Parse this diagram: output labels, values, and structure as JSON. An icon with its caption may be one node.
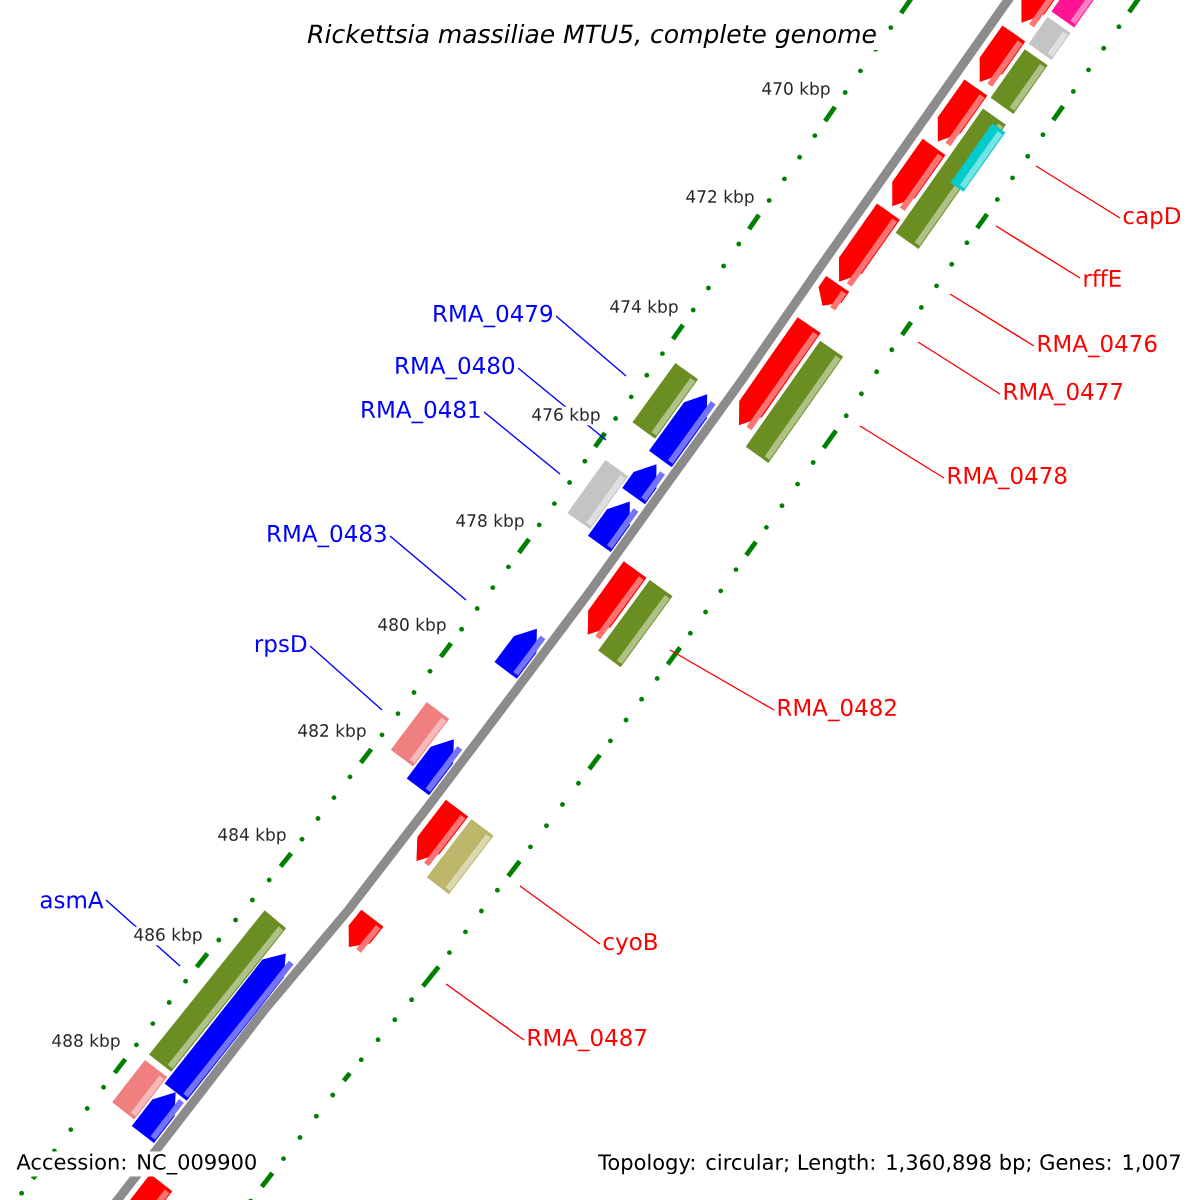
{
  "diagram": {
    "title": "Rickettsia massiliae MTU5, complete genome",
    "nodes": [
      {
        "text": [
          "capD"
        ]
      },
      {
        "text": [
          "rffE"
        ]
      },
      {
        "text": [
          "RMA_0479"
        ]
      },
      {
        "text": [
          "RMA_0476"
        ]
      },
      {
        "text": [
          "RMA_0480"
        ]
      },
      {
        "text": [
          "RMA_0477"
        ]
      },
      {
        "text": [
          "RMA_0481"
        ]
      },
      {
        "text": [
          "RMA_0478"
        ]
      },
      {
        "text": [
          "RMA_0483"
        ]
      },
      {
        "text": [
          "rpsD"
        ]
      },
      {
        "text": [
          "RMA_0482"
        ]
      },
      {
        "text": [
          "asmA"
        ]
      },
      {
        "text": [
          "cyoB"
        ]
      },
      {
        "text": [
          "RMA_0487"
        ]
      }
    ],
    "edges": [
      {
        "from": 0,
        "to": null,
        "arrow": "none",
        "color": "#ff0000"
      },
      {
        "from": 1,
        "to": null,
        "arrow": "none",
        "color": "#ff0000"
      },
      {
        "from": 2,
        "to": null,
        "arrow": "none",
        "color": "#0000ff"
      },
      {
        "from": 3,
        "to": null,
        "arrow": "none",
        "color": "#ff0000"
      },
      {
        "from": 4,
        "to": null,
        "arrow": "none",
        "color": "#0000ff"
      },
      {
        "from": 5,
        "to": null,
        "arrow": "none",
        "color": "#ff0000"
      },
      {
        "from": 6,
        "to": null,
        "arrow": "none",
        "color": "#0000ff"
      },
      {
        "from": 7,
        "to": null,
        "arrow": "none",
        "color": "#ff0000"
      },
      {
        "from": 8,
        "to": null,
        "arrow": "none",
        "color": "#0000ff"
      },
      {
        "from": 9,
        "to": null,
        "arrow": "none",
        "color": "#0000ff"
      },
      {
        "from": 10,
        "to": null,
        "arrow": "none",
        "color": "#ff0000"
      },
      {
        "from": 11,
        "to": null,
        "arrow": "none",
        "color": "#0000ff"
      },
      {
        "from": 12,
        "to": null,
        "arrow": "none",
        "color": "#ff0000"
      },
      {
        "from": 13,
        "to": null,
        "arrow": "none",
        "color": "#ff0000"
      }
    ],
    "labels": [
      "470 kbp",
      "472 kbp",
      "474 kbp",
      "476 kbp",
      "478 kbp",
      "480 kbp",
      "482 kbp",
      "484 kbp",
      "486 kbp",
      "488 kbp",
      "Accession: NC_009900",
      "Topology: circular; Length: 1,360,898 bp; Genes: 1,007"
    ]
  }
}
